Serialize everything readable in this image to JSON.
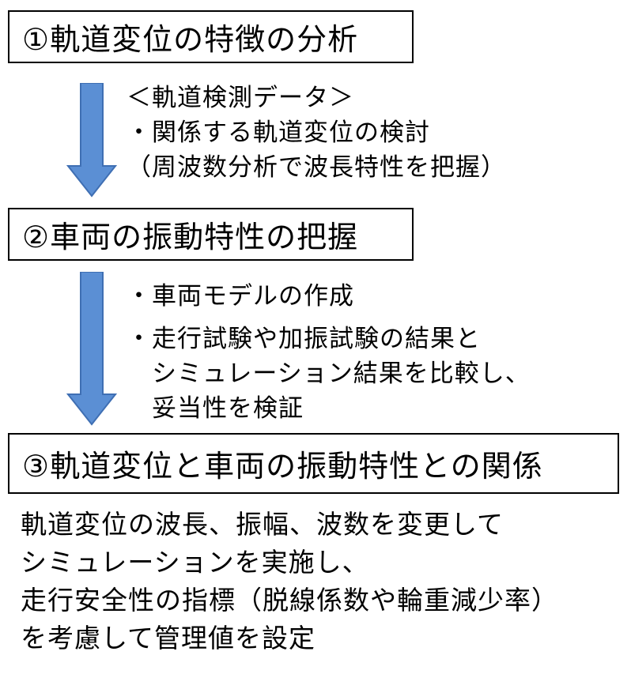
{
  "colors": {
    "arrow_fill": "#5b8fd4",
    "arrow_stroke": "#3f6fb3",
    "box_border": "#000000",
    "text": "#000000"
  },
  "steps": [
    {
      "title": "①軌道変位の特徴の分析"
    },
    {
      "title": "②車両の振動特性の把握"
    },
    {
      "title": "③軌道変位と車両の振動特性との関係"
    }
  ],
  "notes": {
    "step1": [
      "＜軌道検測データ＞",
      "・関係する軌道変位の検討",
      "（周波数分析で波長特性を把握）"
    ],
    "step2": [
      "・車両モデルの作成",
      "・走行試験や加振試験の結果と",
      "　シミュレーション結果を比較し、",
      "　妥当性を検証"
    ]
  },
  "conclusion": [
    "軌道変位の波長、振幅、波数を変更して",
    "シミュレーションを実施し、",
    "走行安全性の指標（脱線係数や輪重減少率）",
    "を考慮して管理値を設定"
  ],
  "icons": {
    "arrow1": "down-arrow-icon",
    "arrow2": "down-arrow-icon"
  }
}
